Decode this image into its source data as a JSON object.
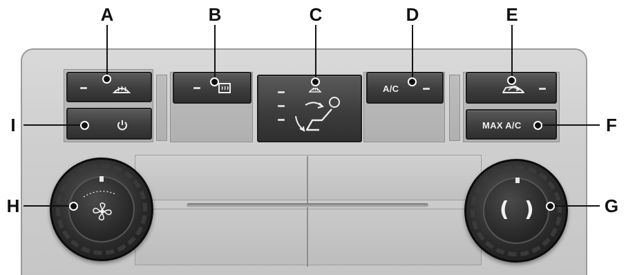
{
  "callouts": [
    "A",
    "B",
    "C",
    "D",
    "E",
    "F",
    "G",
    "H",
    "I"
  ],
  "buttons": {
    "ac_label": "A/C",
    "max_ac_label": "MAX A/C"
  },
  "icons": {
    "front_defrost": "windshield-defrost-icon",
    "rear_defrost": "rear-defrost-icon",
    "airflow": "airflow-mode-icon",
    "recirculation": "recirculation-icon",
    "power": "power-icon",
    "fan": "fan-icon"
  },
  "colors": {
    "button": "#3d3d3d",
    "panel": "#cfcfcf",
    "knob": "#2a2a2a"
  }
}
